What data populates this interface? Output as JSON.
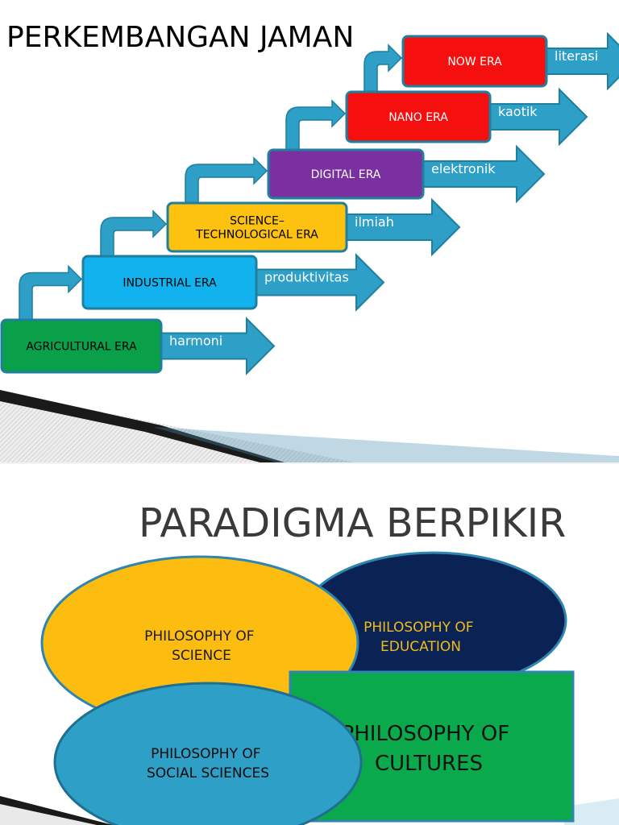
{
  "slide1": {
    "title": "PERKEMBANGAN JAMAN",
    "eras": [
      {
        "label": [
          "AGRICULTURAL ERA"
        ],
        "arrow": "harmoni",
        "fill": "#0aa04a",
        "text_color": "#000000"
      },
      {
        "label": [
          "INDUSTRIAL ERA"
        ],
        "arrow": "produktivitas",
        "fill": "#12b2ee",
        "text_color": "#000000"
      },
      {
        "label": [
          "SCIENCE–",
          "TECHNOLOGICAL ERA"
        ],
        "arrow": "ilmiah",
        "fill": "#fdc10f",
        "text_color": "#000000"
      },
      {
        "label": [
          "DIGITAL ERA"
        ],
        "arrow": "elektronik",
        "fill": "#7a30a0",
        "text_color": "#ffffff"
      },
      {
        "label": [
          "NANO  ERA"
        ],
        "arrow": "kaotik",
        "fill": "#f50f0f",
        "text_color": "#ffffff"
      },
      {
        "label": [
          "NOW  ERA"
        ],
        "arrow": "literasi",
        "fill": "#f50f0f",
        "text_color": "#ffffff"
      }
    ],
    "colors": {
      "arrow": "#2e9fc6",
      "border": "#1f7f9f"
    }
  },
  "slide2": {
    "title": "PARADIGMA BERPIKIR",
    "shapes": [
      {
        "label": [
          "PHILOSOPHY OF",
          "EDUCATION"
        ],
        "fill": "#0b2255",
        "text_color": "#f0bc1a"
      },
      {
        "label": [
          "PHILOSOPHY OF",
          "SCIENCE"
        ],
        "fill": "#fdbd10",
        "text_color": "#1a1a1a"
      },
      {
        "label": [
          "PHILOSOPHY OF",
          "CULTURES"
        ],
        "fill": "#0aaa4c",
        "text_color": "#111111"
      },
      {
        "label": [
          "PHILOSOPHY OF",
          "SOCIAL SCIENCES"
        ],
        "fill": "#2e9fc6",
        "text_color": "#0a0a0a"
      }
    ]
  }
}
